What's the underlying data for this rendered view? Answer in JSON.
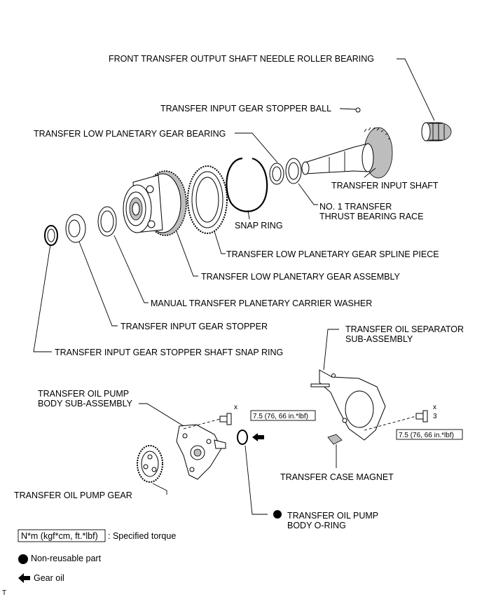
{
  "labels": {
    "front_needle_bearing": "FRONT TRANSFER OUTPUT SHAFT NEEDLE ROLLER BEARING",
    "stopper_ball": "TRANSFER INPUT GEAR STOPPER BALL",
    "low_planetary_bearing": "TRANSFER LOW PLANETARY GEAR BEARING",
    "input_shaft": "TRANSFER INPUT SHAFT",
    "thrust_race_1": "NO. 1 TRANSFER",
    "thrust_race_2": "THRUST BEARING RACE",
    "snap_ring": "SNAP RING",
    "spline_piece": "TRANSFER LOW PLANETARY GEAR SPLINE PIECE",
    "low_planetary_assembly": "TRANSFER LOW PLANETARY GEAR ASSEMBLY",
    "carrier_washer": "MANUAL TRANSFER PLANETARY CARRIER WASHER",
    "input_gear_stopper": "TRANSFER INPUT GEAR STOPPER",
    "stopper_shaft_snap_ring": "TRANSFER INPUT GEAR STOPPER SHAFT SNAP RING",
    "oil_separator_1": "TRANSFER OIL SEPARATOR",
    "oil_separator_2": "SUB-ASSEMBLY",
    "oil_pump_body_1": "TRANSFER OIL PUMP",
    "oil_pump_body_2": "BODY SUB-ASSEMBLY",
    "case_magnet": "TRANSFER CASE MAGNET",
    "oil_pump_gear": "TRANSFER OIL PUMP GEAR",
    "oring_1": "TRANSFER OIL PUMP",
    "oring_2": "BODY O-RING"
  },
  "torque": {
    "left_value": "7.5 (76, 66 in.*lbf)",
    "left_count": "x",
    "right_value": "7.5 (76, 66 in.*lbf)",
    "right_count_x": "x",
    "right_count_n": "3"
  },
  "legend": {
    "torque_box": "N*m (kgf*cm, ft.*lbf)",
    "torque_text": ": Specified torque",
    "non_reusable": "Non-reusable part",
    "gear_oil": "Gear oil"
  },
  "corner_mark": "T",
  "icons": {
    "non_reusable": "filled-circle-icon",
    "gear_oil": "left-arrow-icon"
  },
  "colors": {
    "line": "#000000",
    "shade": "#bdbdbd",
    "background": "#ffffff"
  }
}
